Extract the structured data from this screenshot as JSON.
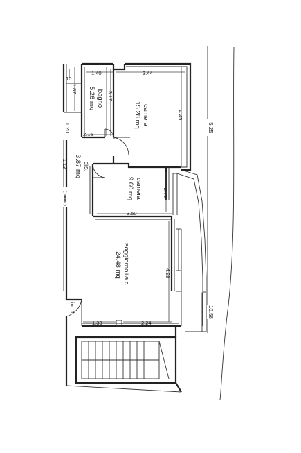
{
  "rooms": {
    "camera_large": {
      "name": "camera",
      "area": "15.28 mq"
    },
    "bagno": {
      "name": "bagno",
      "area": "5.26 mq"
    },
    "dis": {
      "name": "dis.",
      "area": "3.87 mq"
    },
    "camera_small": {
      "name": "camera",
      "area": "9.60 mq"
    },
    "soggiorno": {
      "name": "soggiorno+a.c.",
      "area": "24.48 mq"
    }
  },
  "dimensions": {
    "d_140": "1.40",
    "d_344": "3.44",
    "d_317": "3.17",
    "d_445": "4.45",
    "d_187": "1.87",
    "d_10": ".10",
    "d_120": "1.20",
    "d_215": "2.15",
    "d_113": "1.13",
    "d_275": "2.75",
    "d_350": "3.50",
    "d_498": "4.98",
    "d_133": "1.33",
    "d_224": "2.24",
    "d_525": "5.25",
    "d_1058": "10.58"
  },
  "labels": {
    "entrance": "int. 1"
  }
}
